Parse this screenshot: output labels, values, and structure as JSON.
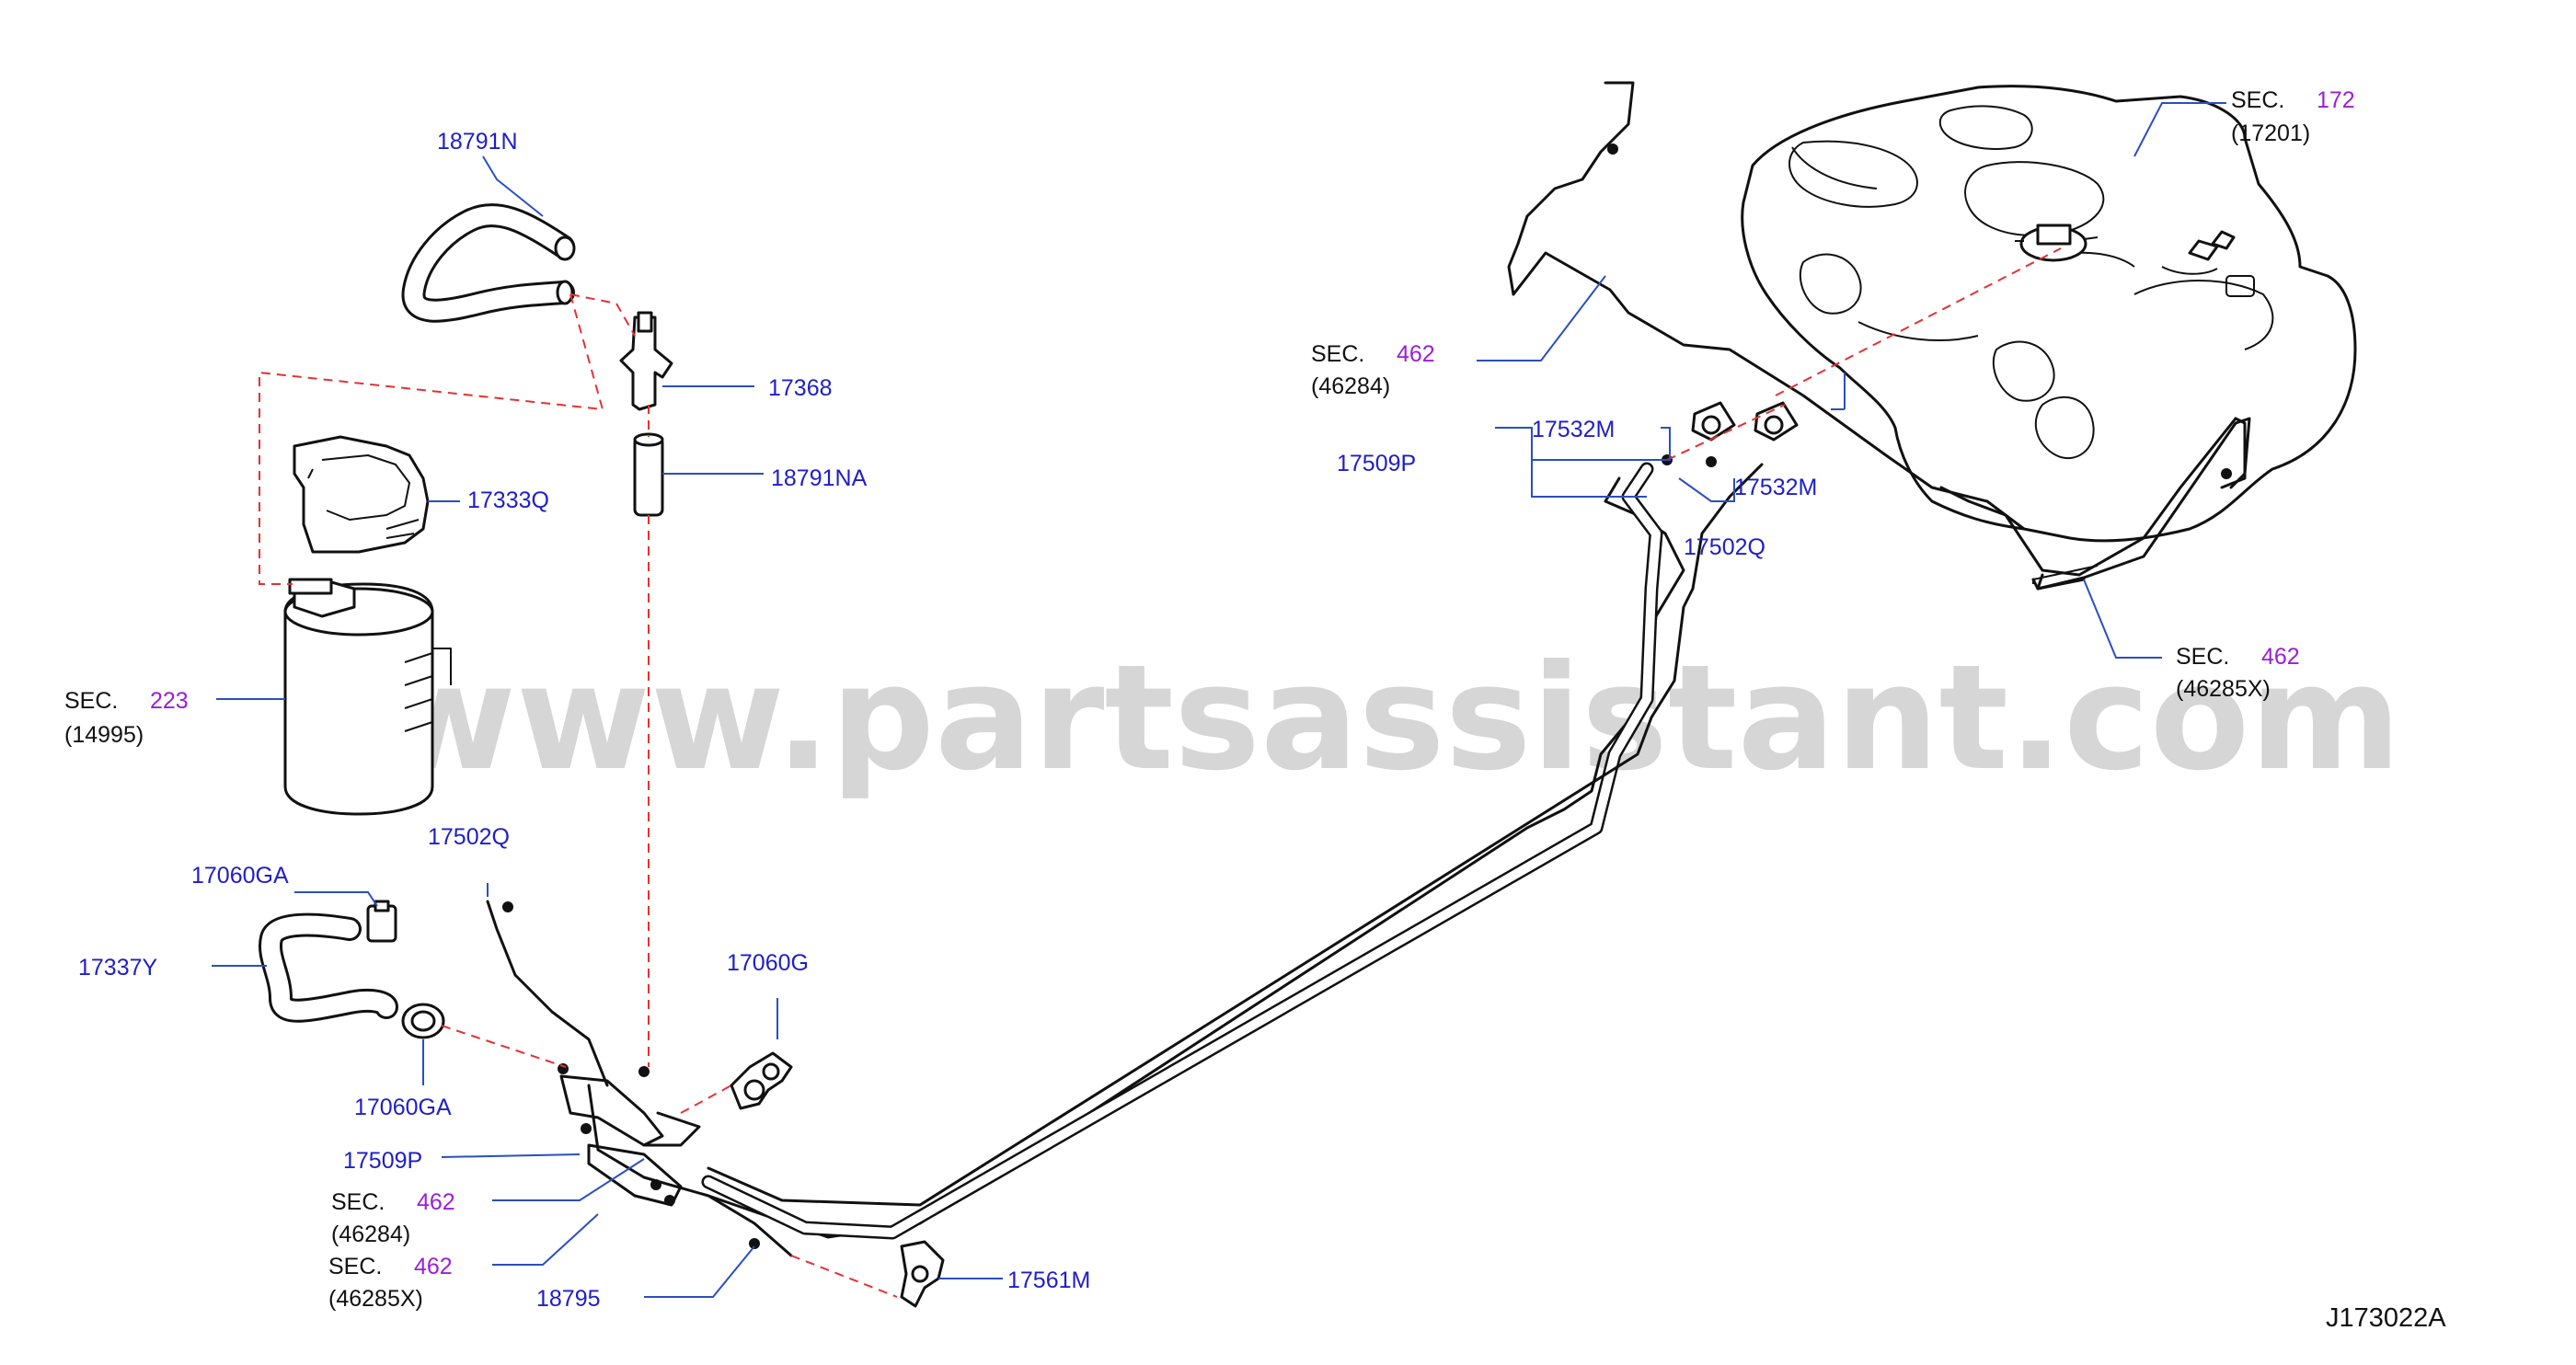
{
  "watermark": "www.partsassistant.com",
  "diagram_code": "J173022A",
  "labels": {
    "p18791N": "18791N",
    "p17368": "17368",
    "p18791NA": "18791NA",
    "p17333Q": "17333Q",
    "p17502Q_left": "17502Q",
    "p17060GA_top": "17060GA",
    "p17337Y": "17337Y",
    "p17060GA_bottom": "17060GA",
    "p17060G": "17060G",
    "p17509P_left": "17509P",
    "p18795": "18795",
    "p17561M": "17561M",
    "p17532M_top": "17532M",
    "p17509P_right": "17509P",
    "p17532M_bottom": "17532M",
    "p17502Q_right": "17502Q"
  },
  "sections": {
    "canister": {
      "prefix": "SEC.",
      "num": "223",
      "sub": "(14995)"
    },
    "tank": {
      "prefix": "SEC.",
      "num": "172",
      "sub": "(17201)"
    },
    "brake_upper": {
      "prefix": "SEC.",
      "num": "462",
      "sub": "(46284)"
    },
    "brake_right": {
      "prefix": "SEC.",
      "num": "462",
      "sub": "(46285X)"
    },
    "brake_left_a": {
      "prefix": "SEC.",
      "num": "462",
      "sub": "(46284)"
    },
    "brake_left_b": {
      "prefix": "SEC.",
      "num": "462",
      "sub": "(46285X)"
    }
  },
  "colors": {
    "part_number": "#1e1ec8",
    "section_number": "#9b1fd6",
    "leader_line": "#2a4fc0",
    "dashed_line": "#e53232",
    "watermark": "#d6d6d6"
  }
}
